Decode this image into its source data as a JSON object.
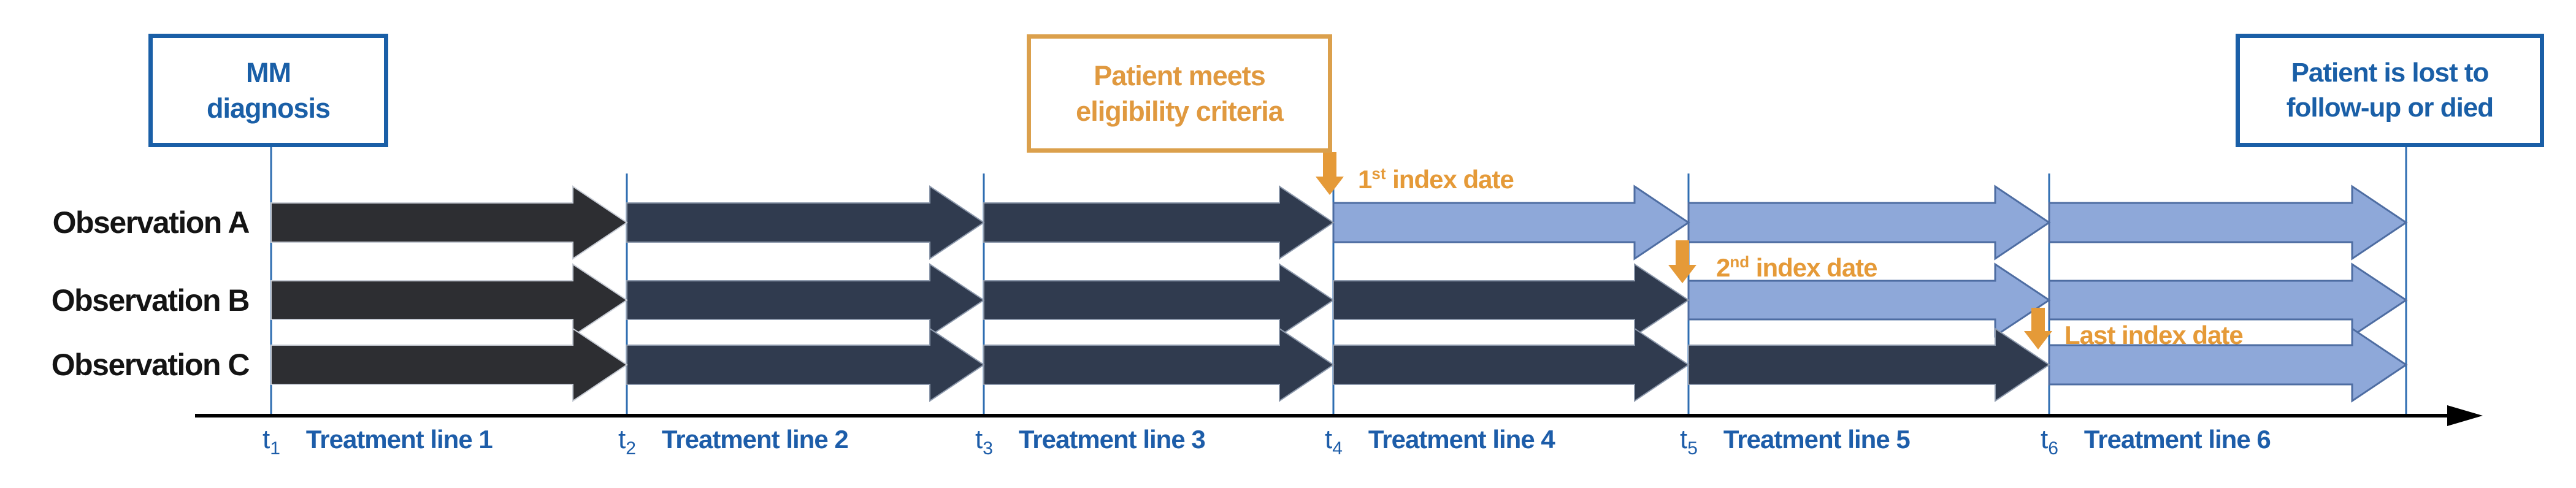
{
  "boxes": {
    "mm": {
      "line1": "MM",
      "line2": "diagnosis"
    },
    "eligibility": {
      "line1": "Patient meets",
      "line2": "eligibility criteria"
    },
    "lost": {
      "line1": "Patient is lost to",
      "line2": "follow-up or died"
    }
  },
  "rows": [
    {
      "label": "Observation A",
      "segments": [
        "black",
        "navy",
        "navy",
        "light",
        "light",
        "light"
      ]
    },
    {
      "label": "Observation B",
      "segments": [
        "black",
        "navy",
        "navy",
        "navy",
        "light",
        "light"
      ]
    },
    {
      "label": "Observation C",
      "segments": [
        "black",
        "navy",
        "navy",
        "navy",
        "navy",
        "light"
      ]
    }
  ],
  "ticks": [
    {
      "t": "t",
      "sub": "1",
      "label": "Treatment line 1"
    },
    {
      "t": "t",
      "sub": "2",
      "label": "Treatment line 2"
    },
    {
      "t": "t",
      "sub": "3",
      "label": "Treatment line 3"
    },
    {
      "t": "t",
      "sub": "4",
      "label": "Treatment line 4"
    },
    {
      "t": "t",
      "sub": "5",
      "label": "Treatment line 5"
    },
    {
      "t": "t",
      "sub": "6",
      "label": "Treatment line 6"
    }
  ],
  "annotations": [
    {
      "num": "1",
      "ordinal": "st",
      "rest": " index date"
    },
    {
      "num": "2",
      "ordinal": "nd",
      "rest": " index date"
    },
    {
      "num": "",
      "ordinal": "",
      "rest": "Last index date"
    }
  ],
  "colors": {
    "blue_accent": "#1a5fa7",
    "orange_accent": "#e59a38",
    "orange_box_border": "#dba04c",
    "tick_line": "#2e6db1",
    "axis": "#000000",
    "black_arrow_fill": "#2d2e32",
    "black_arrow_edge": "#c6cbd4",
    "navy_arrow_fill": "#303b4f",
    "navy_arrow_edge": "#8d99ac",
    "light_arrow_fill": "#8ea8d9",
    "light_arrow_edge": "#4e6da2"
  }
}
